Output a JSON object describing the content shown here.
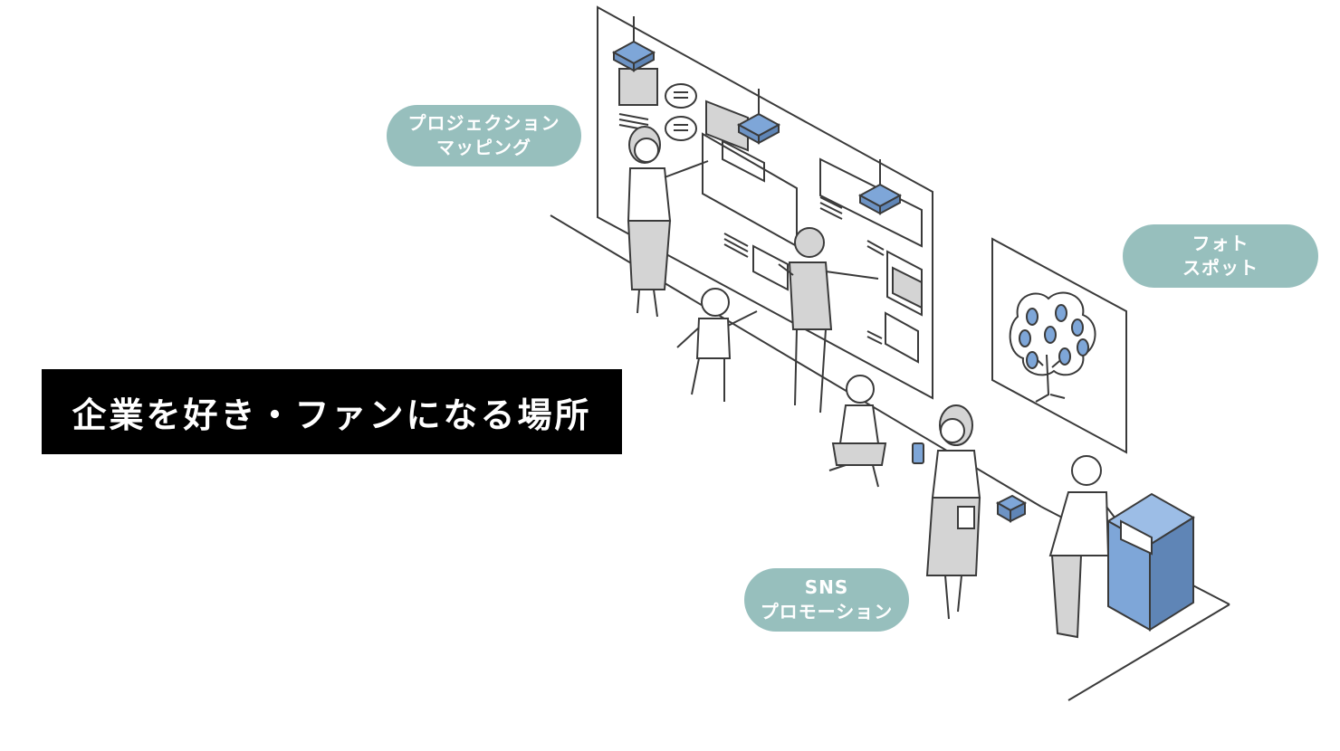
{
  "headline": "企業を好き・ファンになる場所",
  "labels": {
    "projection": [
      "プロジェクション",
      "マッピング"
    ],
    "photo": [
      "フォト",
      "スポット"
    ],
    "sns": [
      "SNS",
      "プロモーション"
    ]
  },
  "colors": {
    "pill": "#97bfbd",
    "accent_blue": "#7ea6d8",
    "line": "#3a3a3a",
    "cloth_gray": "#d4d4d4",
    "banner": "#000000",
    "banner_text": "#ffffff"
  },
  "icons": [
    "projector-icon",
    "person-icon",
    "tree-icon",
    "smartphone-icon",
    "camera-icon",
    "kiosk-terminal-icon"
  ]
}
